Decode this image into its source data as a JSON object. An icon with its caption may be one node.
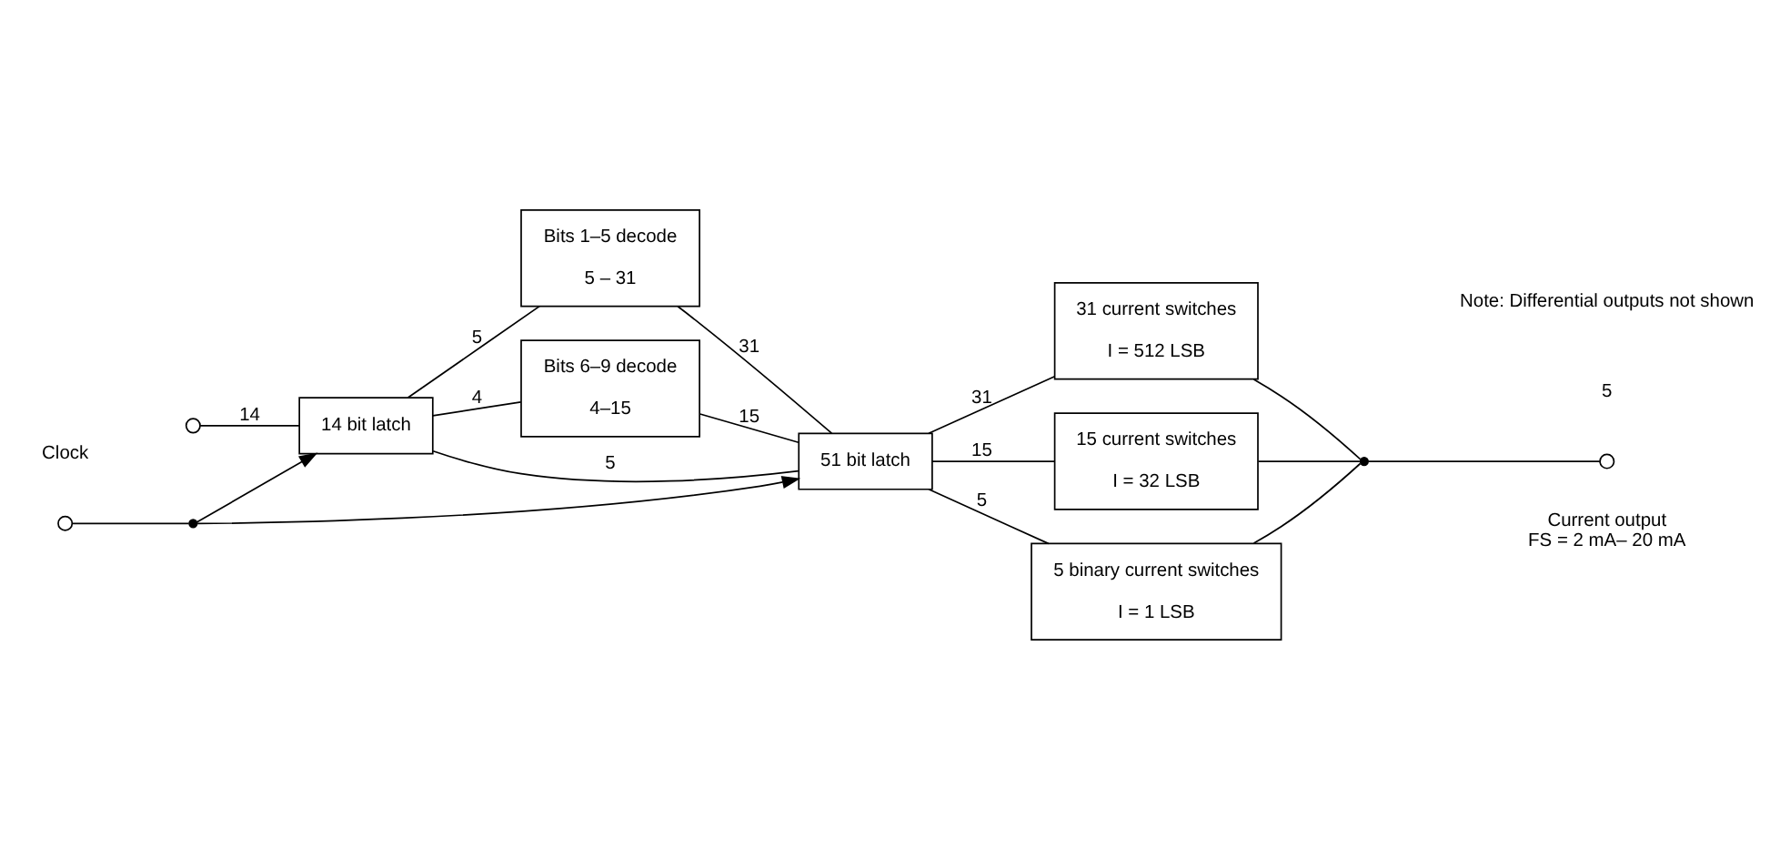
{
  "diagram": {
    "nodes": [
      {
        "text": [],
        "shape": "circle"
      },
      {
        "text": [
          "14 bit latch"
        ]
      },
      {
        "text": [
          "Bits 1–5 decode",
          "5 – 31"
        ]
      },
      {
        "text": [
          "Bits 6–9 decode",
          "4–15"
        ]
      },
      {
        "text": [
          "51 bit latch"
        ]
      },
      {
        "text": [
          "31 current switches",
          "I = 512 LSB"
        ]
      },
      {
        "text": [
          "15 current switches",
          "I = 32 LSB"
        ]
      },
      {
        "text": [
          "5 binary current switches",
          "I = 1 LSB"
        ]
      },
      {
        "text": [],
        "shape": "dot"
      },
      {
        "text": [],
        "shape": "circle",
        "beside": [
          "Current output",
          "FS = 2 mA– 20 mA"
        ]
      },
      {
        "text": [],
        "shape": "circle",
        "beside": [
          "Clock"
        ]
      },
      {
        "text": [],
        "shape": "dot"
      }
    ],
    "edges": [
      {
        "from": 0,
        "to": 1,
        "arrow": "none",
        "label": "14"
      },
      {
        "from": 1,
        "to": 2,
        "arrow": "none",
        "label": "5"
      },
      {
        "from": 1,
        "to": 3,
        "arrow": "none",
        "label": "4"
      },
      {
        "from": 1,
        "to": 4,
        "arrow": "none",
        "label": "5"
      },
      {
        "from": 2,
        "to": 4,
        "arrow": "none",
        "label": "31"
      },
      {
        "from": 3,
        "to": 4,
        "arrow": "none",
        "label": "15"
      },
      {
        "from": 4,
        "to": 5,
        "arrow": "none",
        "label": "31"
      },
      {
        "from": 4,
        "to": 6,
        "arrow": "none",
        "label": "15"
      },
      {
        "from": 4,
        "to": 7,
        "arrow": "none",
        "label": "5"
      },
      {
        "from": 5,
        "to": 8,
        "arrow": "none"
      },
      {
        "from": 6,
        "to": 8,
        "arrow": "none"
      },
      {
        "from": 7,
        "to": 8,
        "arrow": "none"
      },
      {
        "from": 8,
        "to": 9,
        "arrow": "none"
      },
      {
        "from": 10,
        "to": 11,
        "arrow": "none"
      },
      {
        "from": 11,
        "to": 1,
        "arrow": "to"
      },
      {
        "from": 11,
        "to": 4,
        "arrow": "to"
      }
    ],
    "labels": [
      "5",
      "Note: Differential outputs not shown"
    ]
  }
}
